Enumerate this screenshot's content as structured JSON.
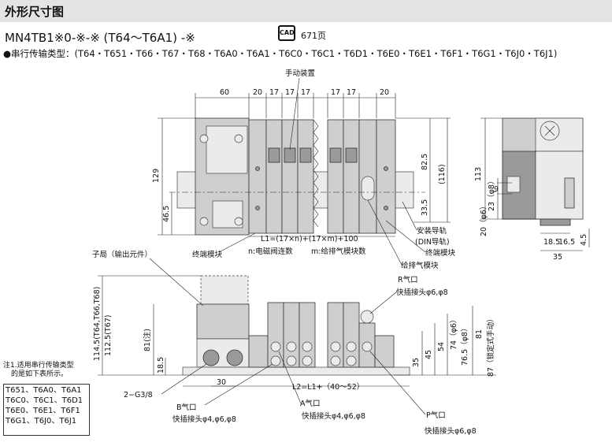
{
  "header": {
    "title": "外形尺寸图"
  },
  "model": "MN4TB1※0-※-※ (T64〜T6A1) -※",
  "cad": {
    "icon": "CAD",
    "page": "671页"
  },
  "serial_line": "●串行传输类型：(T64・T651・T66・T67・T68・T6A0・T6A1・T6C0・T6C1・T6D1・T6E0・T6E1・T6F1・T6G1・T6J0・T6J1)",
  "top_view": {
    "dims_top": [
      "60",
      "20",
      "17",
      "17",
      "17",
      "17",
      "17",
      "20"
    ],
    "manual_device": "手动装置",
    "h129": "129",
    "h46_5": "46.5",
    "h82_5": "82.5",
    "h116": "(116)",
    "h33_5": "33.5",
    "l1_formula": "L1=(17×n)+(17×m)+100",
    "end_block_left": "终端模块",
    "n_label": "n:电磁阀连数",
    "m_label": "m:给排气模块数",
    "supply_block": "给排气模块",
    "rail": "安装导轨",
    "din_rail": "(DIN导轨)",
    "end_block_right": "终端模块"
  },
  "side_view": {
    "d113": "113",
    "d23": "23（φ8）",
    "d20": "20（φ6）",
    "d9": "9",
    "d18_5a": "18.5",
    "d16_5": "16.5",
    "d35": "35",
    "d4_5": "4.5"
  },
  "front_view": {
    "sub_station": "子局（输出元件）",
    "h114_5": "114.5(T64,T66,T68)",
    "h112_5": "112.5(T67)",
    "h81_note": "81(注)",
    "h18_5": "18.5",
    "d30": "30",
    "g38": "2−G3/8",
    "l2": "L2=L1+（40〜52）",
    "r_port": "R气口",
    "r_fitting": "快插接头φ6,φ8",
    "v35": "35",
    "v45": "45",
    "v54": "54",
    "v74": "74（φ6）",
    "v76_5": "76.5（φ8）",
    "v81": "81",
    "v87": "87（锁定式手动）",
    "b_port": "B气口",
    "b_fitting": "快插接头φ4,φ6,φ8",
    "a_port": "A气口",
    "a_fitting": "快插接头φ4,φ6,φ8",
    "p_port": "P气口",
    "p_fitting": "快插接头φ6,φ8"
  },
  "note": {
    "line1": "注1.适用串行传输类型",
    "line2": "的是如下表所示。",
    "rows": [
      "T651、T6A0、T6A1",
      "T6C0、T6C1、T6D1",
      "T6E0、T6E1、T6F1",
      "T6G1、T6J0、T6J1"
    ]
  }
}
